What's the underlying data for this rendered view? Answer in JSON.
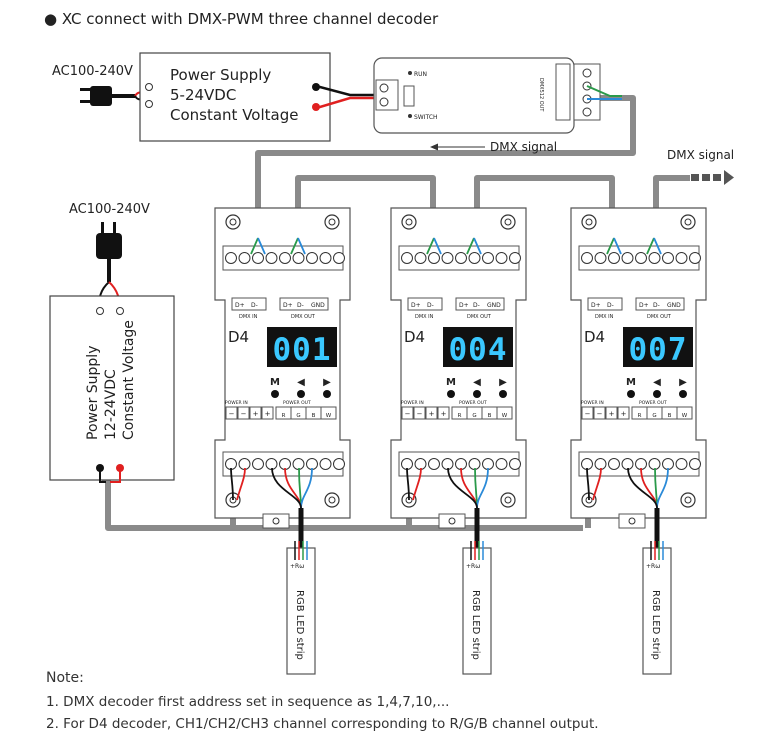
{
  "heading": "● XC connect with DMX-PWM three channel decoder",
  "top_psu": {
    "ac_label": "AC100-240V",
    "lines": [
      "Power Supply",
      "5-24VDC",
      "Constant Voltage"
    ]
  },
  "left_psu": {
    "ac_label": "AC100-240V",
    "lines": [
      "Power Supply",
      "12-24VDC",
      "Constant Voltage"
    ]
  },
  "controller": {
    "labels": [
      "RUN",
      "SWITCH",
      "DMX512 OUT"
    ]
  },
  "signals": {
    "dmx_back": "DMX signal",
    "dmx_out": "DMX signal"
  },
  "decoders": [
    {
      "model": "D4",
      "address": "001"
    },
    {
      "model": "D4",
      "address": "004"
    },
    {
      "model": "D4",
      "address": "007"
    }
  ],
  "decoder_labels": {
    "dmx_in_pins": [
      "D+",
      "D-"
    ],
    "dmx_out_pins": [
      "D+",
      "D-",
      "GND"
    ],
    "dmx_in": "DMX IN",
    "dmx_out": "DMX OUT",
    "buttons": [
      "M",
      "◀",
      "▶"
    ],
    "power_in": "POWER IN",
    "power_out": "POWER OUT",
    "power_pins": [
      "−",
      "−",
      "+",
      "+"
    ],
    "out_channels": [
      "R",
      "G",
      "B",
      "W"
    ]
  },
  "strip_label": "RGB LED strip",
  "strip_pins": "+Rω",
  "notes": {
    "title": "Note:",
    "items": [
      "1. DMX decoder first address set in sequence as 1,4,7,10,...",
      "2. For D4 decoder, CH1/CH2/CH3 channel corresponding to R/G/B channel output."
    ]
  },
  "colors": {
    "led": "#3ac8ff",
    "display_bg": "#111111",
    "cable": "#888888",
    "wire_red": "#e02020",
    "wire_green": "#2a9a4a",
    "wire_blue": "#2a8ad8"
  }
}
